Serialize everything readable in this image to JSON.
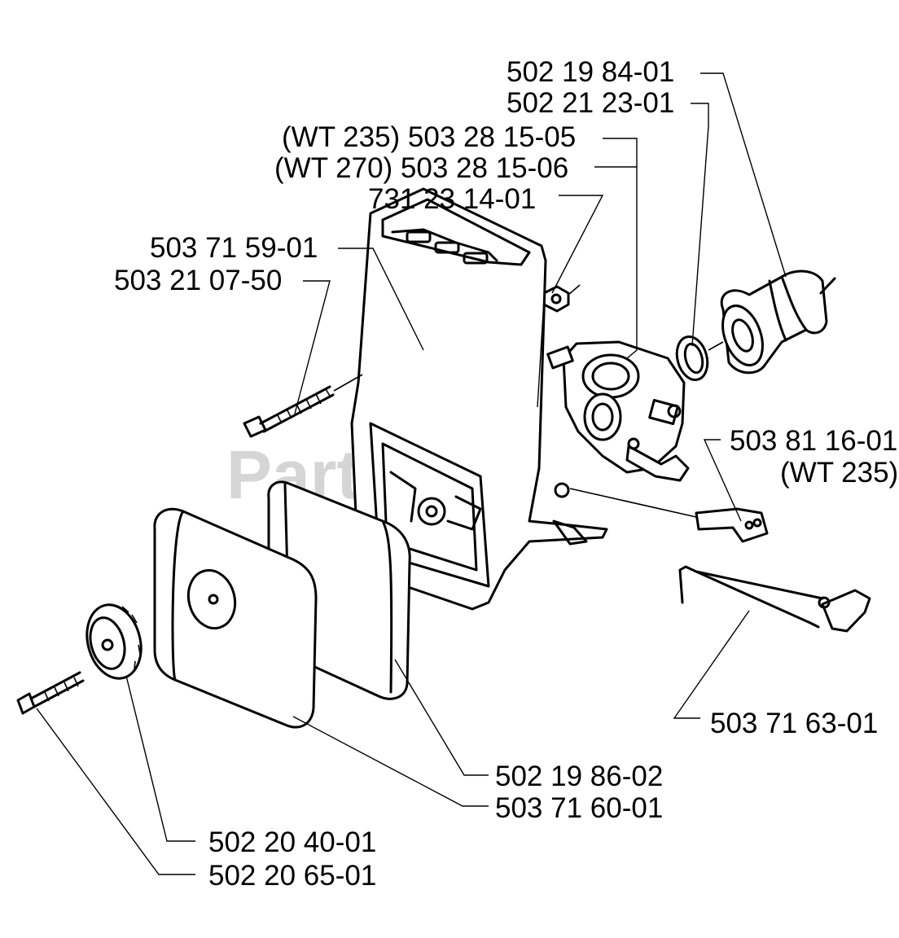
{
  "diagram": {
    "watermark": "PartsTree",
    "callouts": [
      {
        "id": "c1",
        "part_number": "502 19 84-01"
      },
      {
        "id": "c2",
        "part_number": "502 21 23-01"
      },
      {
        "id": "c3",
        "part_number": "(WT 235) 503 28 15-05"
      },
      {
        "id": "c4",
        "part_number": "(WT 270) 503 28 15-06"
      },
      {
        "id": "c5",
        "part_number": "731 23 14-01"
      },
      {
        "id": "c6",
        "part_number": "503 71 59-01"
      },
      {
        "id": "c7",
        "part_number": "503 21 07-50"
      },
      {
        "id": "c8",
        "part_number": "503 81 16-01"
      },
      {
        "id": "c9",
        "part_number": "(WT 235)"
      },
      {
        "id": "c10",
        "part_number": "503 71 63-01"
      },
      {
        "id": "c11",
        "part_number": "502 19 86-02"
      },
      {
        "id": "c12",
        "part_number": "503 71 60-01"
      },
      {
        "id": "c13",
        "part_number": "502 20 40-01"
      },
      {
        "id": "c14",
        "part_number": "502 20 65-01"
      }
    ]
  }
}
